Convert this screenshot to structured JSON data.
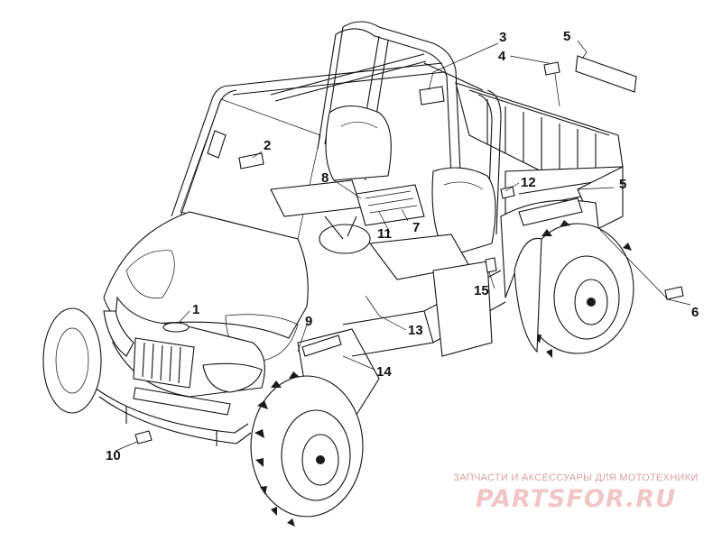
{
  "diagram": {
    "callouts": {
      "c1": "1",
      "c2": "2",
      "c3": "3",
      "c4": "4",
      "c5a": "5",
      "c5b": "5",
      "c6": "6",
      "c7": "7",
      "c8": "8",
      "c9": "9",
      "c10": "10",
      "c11": "11",
      "c12": "12",
      "c13": "13",
      "c14": "14",
      "c15": "15"
    }
  },
  "watermark": {
    "tagline": "ЗАПЧАСТИ И АКСЕССУАРЫ ДЛЯ МОТОТЕХНИКИ",
    "logo": "PARTSFOR.RU"
  }
}
